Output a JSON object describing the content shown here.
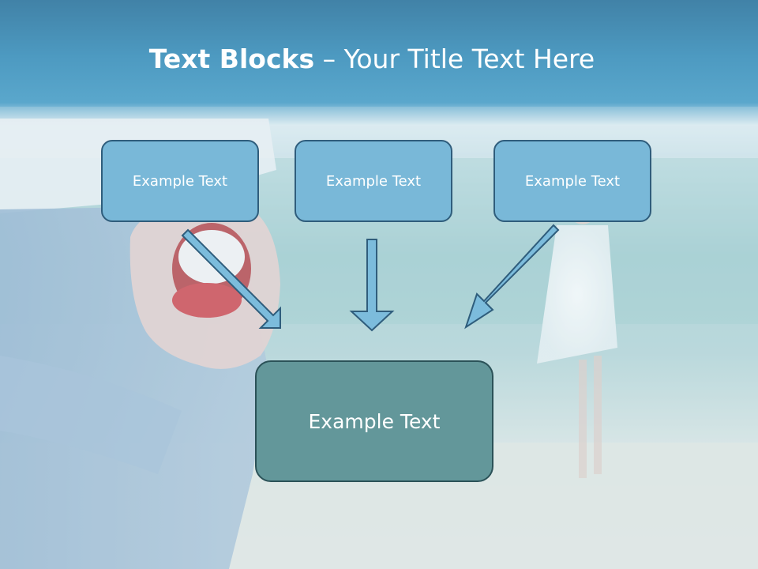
{
  "slide": {
    "title_bold": "Text Blocks",
    "title_dash": " – ",
    "title_rest": "Your Title Text Here",
    "boxes": [
      {
        "label": "Example Text"
      },
      {
        "label": "Example Text"
      },
      {
        "label": "Example Text"
      }
    ],
    "main_box": {
      "label": "Example Text"
    }
  },
  "colors": {
    "header_blue": "#4a9cc2",
    "box_fill": "#79b8d8",
    "box_border": "#2f5d7c",
    "main_box_fill": "#63979a",
    "arrow_fill": "#7cbcdc"
  }
}
